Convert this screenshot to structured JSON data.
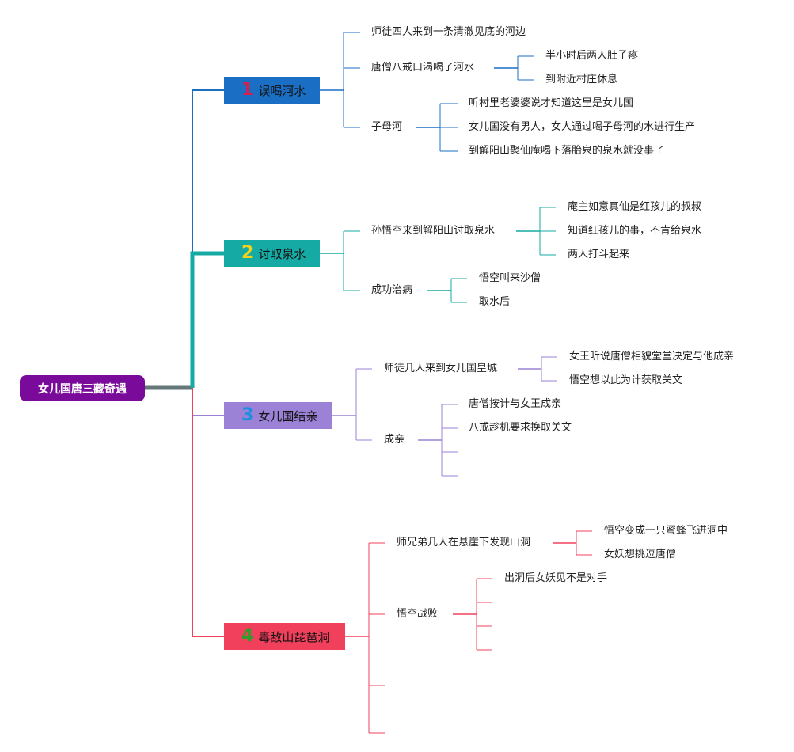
{
  "root": {
    "label": "女儿国唐三藏奇遇"
  },
  "topics": [
    {
      "num": "1",
      "label": "误喝河水",
      "color": "#1a6fc4",
      "num_color": "#d81e4a",
      "children": [
        {
          "label": "师徒四人来到一条清澈见底的河边",
          "children": []
        },
        {
          "label": "唐僧八戒口渴喝了河水",
          "children": [
            "半小时后两人肚子疼",
            "到附近村庄休息"
          ]
        },
        {
          "label": "子母河",
          "children": [
            "听村里老婆婆说才知道这里是女儿国",
            "女儿国没有男人，女人通过喝子母河的水进行生产",
            "到解阳山聚仙庵喝下落胎泉的泉水就没事了"
          ]
        }
      ]
    },
    {
      "num": "2",
      "label": "讨取泉水",
      "color": "#16aaa4",
      "num_color": "#f2d21c",
      "children": [
        {
          "label": "孙悟空来到解阳山讨取泉水",
          "children": [
            "庵主如意真仙是红孩儿的叔叔",
            "知道红孩儿的事，不肯给泉水",
            "两人打斗起来"
          ]
        },
        {
          "label": "成功治病",
          "children": [
            "悟空叫来沙僧",
            "取水后"
          ]
        }
      ]
    },
    {
      "num": "3",
      "label": "女儿国结亲",
      "color": "#9b82d6",
      "num_color": "#1e8fe0",
      "children": [
        {
          "label": "师徒几人来到女儿国皇城",
          "children": [
            "女王听说唐僧相貌堂堂决定与他成亲",
            "悟空想以此为计获取关文"
          ]
        },
        {
          "label": "成亲",
          "children": [
            "唐僧按计与女王成亲",
            "八戒趁机要求换取关文",
            "",
            ""
          ]
        }
      ]
    },
    {
      "num": "4",
      "label": "毒敌山琵琶洞",
      "color": "#f0405c",
      "num_color": "#2e9e2a",
      "children": [
        {
          "label": "师兄弟几人在悬崖下发现山洞",
          "children": [
            "悟空变成一只蜜蜂飞进洞中",
            "女妖想挑逗唐僧"
          ]
        },
        {
          "label": "悟空战败",
          "children": [
            "出洞后女妖见不是对手",
            "",
            "",
            ""
          ]
        },
        {
          "label": "",
          "children": []
        },
        {
          "label": "",
          "children": []
        }
      ]
    }
  ]
}
